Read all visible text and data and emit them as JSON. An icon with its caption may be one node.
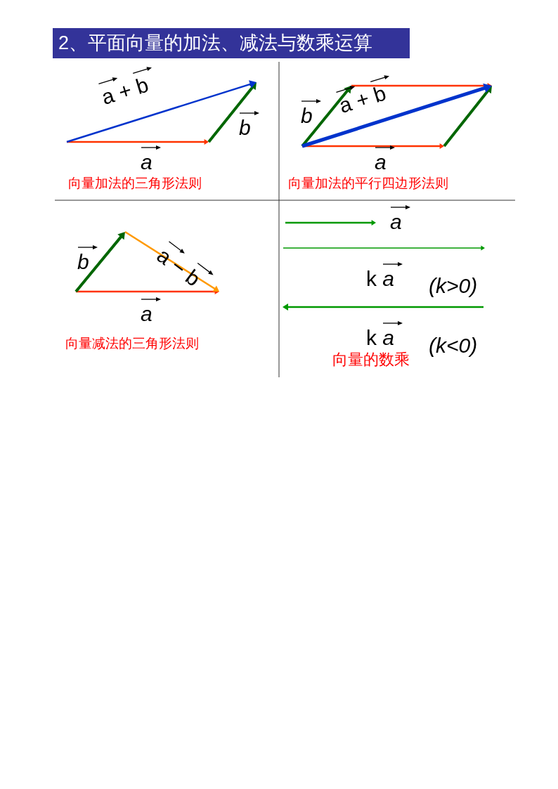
{
  "diagram": {
    "title": "2、平面向量的加法、减法与数乘运算",
    "labels": [
      "a + b",
      "b",
      "a",
      "b",
      "a + b",
      "a",
      "向量加法的三角形法则",
      "向量加法的平行四边形法则",
      "a",
      "b",
      "a − b",
      "k a",
      "(k>0)",
      "a",
      "k a",
      "(k<0)",
      "向量减法的三角形法则",
      "向量的数乘"
    ]
  }
}
